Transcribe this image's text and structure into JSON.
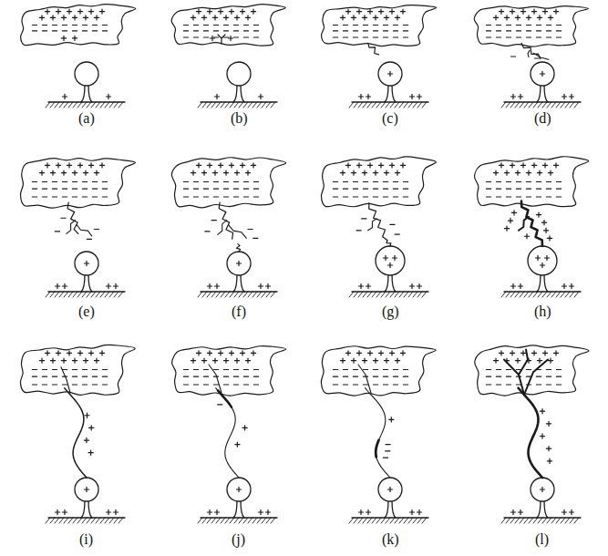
{
  "diagram": {
    "labels": [
      "(a)",
      "(b)",
      "(c)",
      "(d)",
      "(e)",
      "(f)",
      "(g)",
      "(h)",
      "(i)",
      "(j)",
      "(k)",
      "(l)"
    ]
  }
}
